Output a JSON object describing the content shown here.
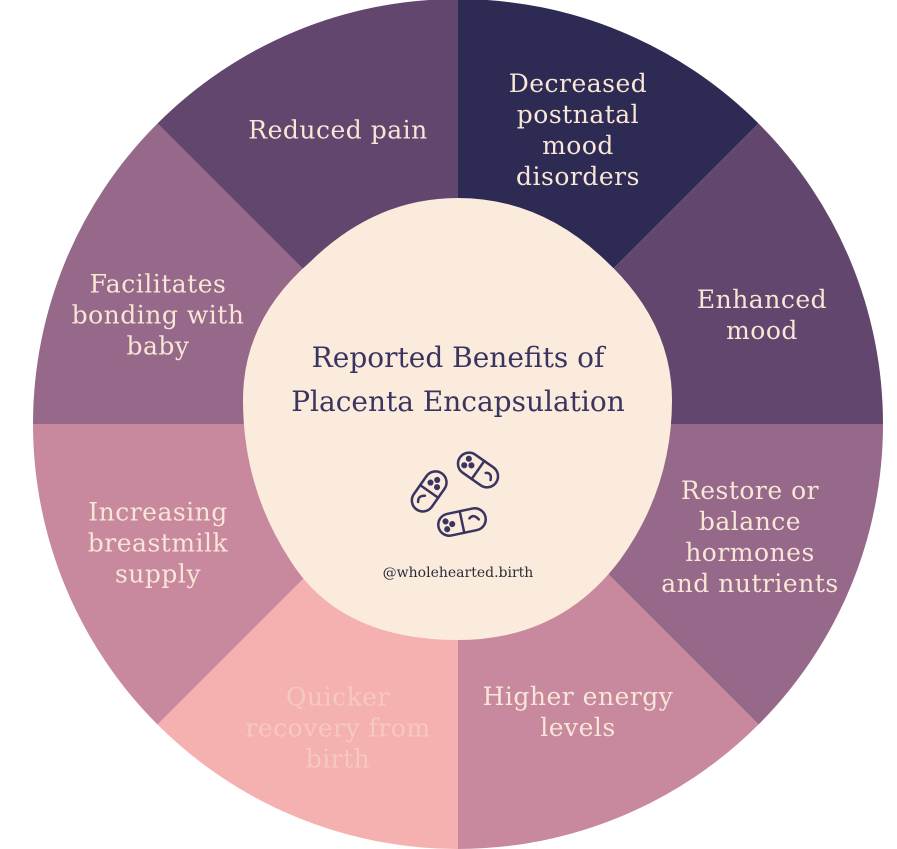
{
  "title": {
    "lines": [
      "Reported Benefits of",
      "Placenta Encapsulation"
    ]
  },
  "handle": "@wholehearted.birth",
  "center_icon": "capsules-icon",
  "colors": {
    "center_fill": "#fbebdc",
    "outline": "#3a3560",
    "dark_purple": "#2d2b54",
    "plum": "#62466e",
    "mauve": "#96688a",
    "rose": "#c8889e",
    "pink": "#f5b0b0",
    "cream_text": "#f8e6d6",
    "light_pink_text": "#f6c9c0"
  },
  "segments": [
    {
      "id": "decreased-postnatal-mood-disorders",
      "lines": [
        "Decreased",
        "postnatal",
        "mood",
        "disorders"
      ],
      "fill": "#2d2b54",
      "text_color": "#f8e6d6"
    },
    {
      "id": "enhanced-mood",
      "lines": [
        "Enhanced",
        "mood"
      ],
      "fill": "#62466e",
      "text_color": "#f8e6d6"
    },
    {
      "id": "restore-or-balance-hormones",
      "lines": [
        "Restore or",
        "balance",
        "hormones",
        "and nutrients"
      ],
      "fill": "#96688a",
      "text_color": "#f8e6d6"
    },
    {
      "id": "higher-energy-levels",
      "lines": [
        "Higher energy",
        "levels"
      ],
      "fill": "#c8889e",
      "text_color": "#f8e6d6"
    },
    {
      "id": "quicker-recovery-from-birth",
      "lines": [
        "Quicker",
        "recovery from",
        "birth"
      ],
      "fill": "#f5b0b0",
      "text_color": "#f6c9c0"
    },
    {
      "id": "increasing-breastmilk-supply",
      "lines": [
        "Increasing",
        "breastmilk",
        "supply"
      ],
      "fill": "#c8889e",
      "text_color": "#f8e6d6"
    },
    {
      "id": "facilitates-bonding-with-baby",
      "lines": [
        "Facilitates",
        "bonding with",
        "baby"
      ],
      "fill": "#96688a",
      "text_color": "#f8e6d6"
    },
    {
      "id": "reduced-pain",
      "lines": [
        "Reduced pain"
      ],
      "fill": "#62466e",
      "text_color": "#f8e6d6"
    }
  ]
}
